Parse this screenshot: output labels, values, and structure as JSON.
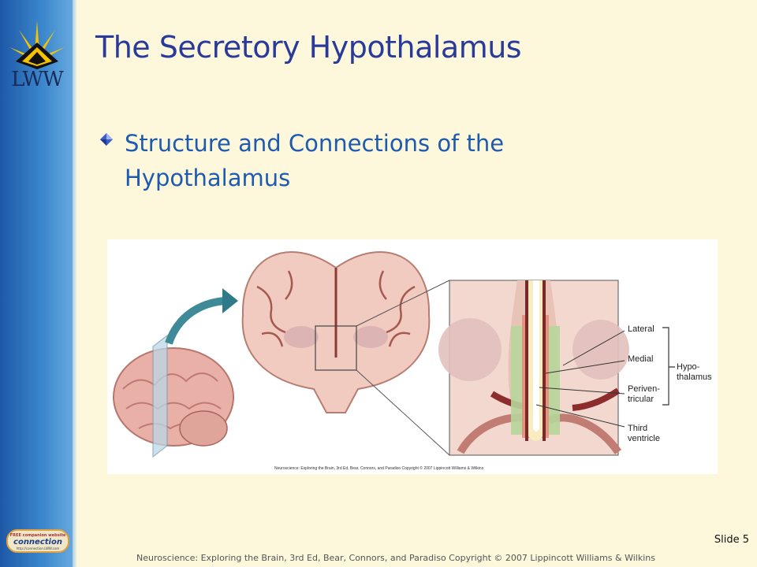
{
  "logo": {
    "text": "LWW",
    "icon": "starburst-logo-icon"
  },
  "slide": {
    "title": "The Secretory Hypothalamus",
    "bullet_icon": "diamond-bullet-icon",
    "bullet": "Structure and Connections of the Hypothalamus"
  },
  "figure": {
    "labels": {
      "lateral": "Lateral",
      "medial": "Medial",
      "periventricular": "Periven-\ntricular",
      "third_ventricle": "Third\nventricle",
      "hypothalamus": "Hypo-\nthalamus"
    },
    "credit": "Neuroscience: Exploring the Brain, 3rd Ed, Bear, Connors, and Paradiso Copyright © 2007 Lippincott Williams & Wilkins"
  },
  "badge": {
    "top": "FREE companion website",
    "main": "connection",
    "url": "http://connection.LWW.com"
  },
  "slide_number": "Slide 5",
  "footer": "Neuroscience:  Exploring the Brain,  3rd Ed, Bear,  Connors,  and Paradiso  Copyright © 2007 Lippincott  Williams & Wilkins",
  "colors": {
    "background": "#fdf8dc",
    "title": "#2a3a9a",
    "bullet_text": "#1d5ab0",
    "sidebar": "#2f74bf"
  }
}
